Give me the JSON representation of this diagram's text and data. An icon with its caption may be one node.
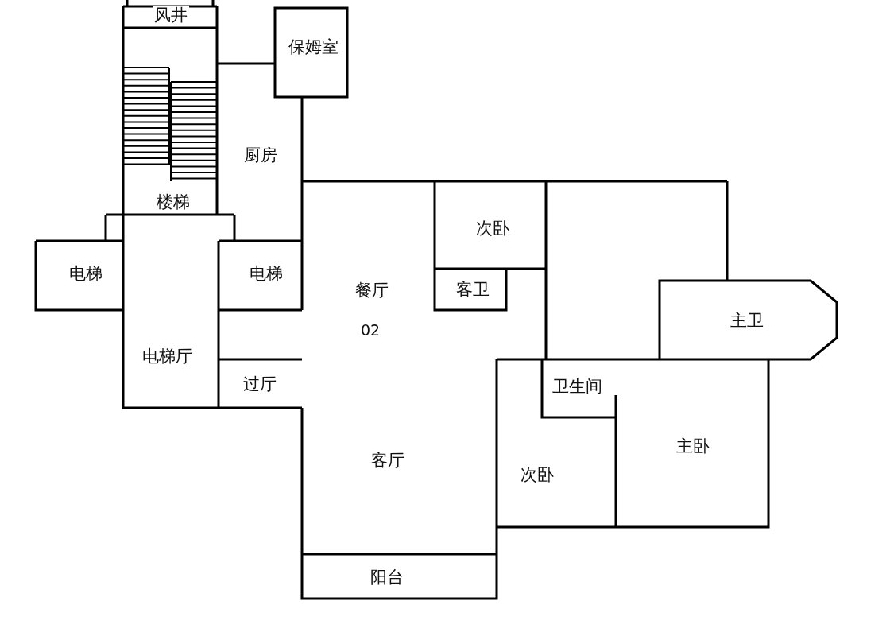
{
  "diagram": {
    "nodes": [
      {
        "text": [
          "风井"
        ]
      },
      {
        "text": [
          "保姆室"
        ]
      },
      {
        "text": [
          "厨房"
        ]
      },
      {
        "text": [
          "楼梯"
        ]
      },
      {
        "text": [
          "次卧"
        ]
      },
      {
        "text": [
          "电梯"
        ]
      },
      {
        "text": [
          "电梯"
        ]
      },
      {
        "text": [
          "餐厅"
        ]
      },
      {
        "text": [
          "客卫"
        ]
      },
      {
        "text": [
          "主卫"
        ]
      },
      {
        "text": [
          "电梯厅"
        ]
      },
      {
        "text": [
          "过厅"
        ]
      },
      {
        "text": [
          "卫生间"
        ]
      },
      {
        "text": [
          "主卧"
        ]
      },
      {
        "text": [
          "客厅"
        ]
      },
      {
        "text": [
          "次卧"
        ]
      },
      {
        "text": [
          "阳台"
        ]
      }
    ],
    "labels": [
      "02"
    ]
  }
}
